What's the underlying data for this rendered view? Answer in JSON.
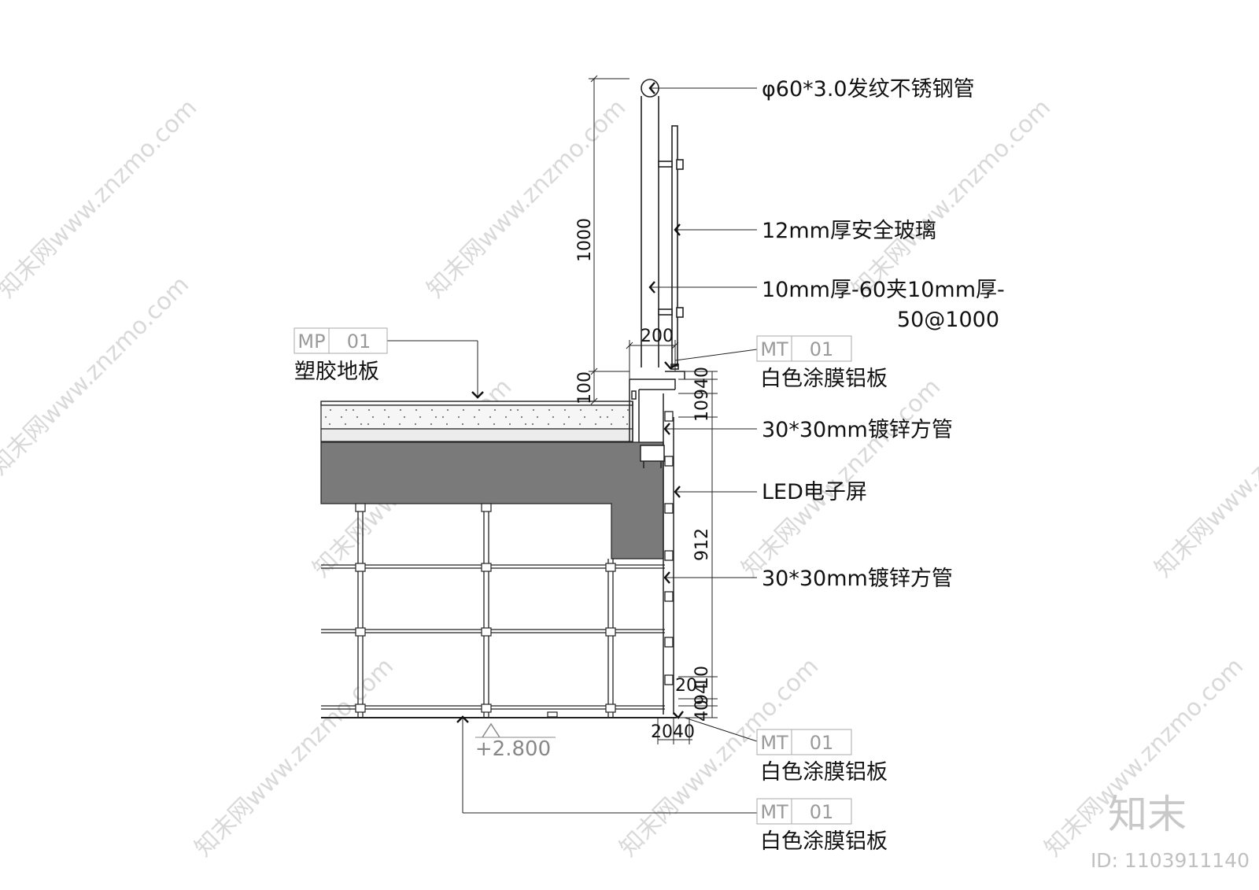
{
  "callouts": {
    "pipe": "φ60*3.0发纹不锈钢管",
    "glass": "12mm厚安全玻璃",
    "clip_line1": "10mm厚-60夹10mm厚-",
    "clip_line2": "50@1000",
    "tube_upper": "30*30mm镀锌方管",
    "led": "LED电子屏",
    "tube_lower": "30*30mm镀锌方管"
  },
  "material_tags": {
    "mp_floor": {
      "code": "MP",
      "num": "01",
      "desc": "塑胶地板"
    },
    "mt_top": {
      "code": "MT",
      "num": "01",
      "desc": "白色涂膜铝板"
    },
    "mt_bottom_1": {
      "code": "MT",
      "num": "01",
      "desc": "白色涂膜铝板"
    },
    "mt_bottom_2": {
      "code": "MT",
      "num": "01",
      "desc": "白色涂膜铝板"
    }
  },
  "dimensions": {
    "railing_height": "1000",
    "curb_height": "100",
    "top_width": "200",
    "top_stack": "10940",
    "screen_height": "912",
    "bottom_stack_a": "10",
    "bottom_stack_b": "40",
    "bottom_stack_c": "10",
    "bottom_stack_d": "94",
    "bottom_twenty": "20",
    "bottom_width": "2040"
  },
  "level": "+2.800",
  "watermark": {
    "text": "知末网www.znzmo.com",
    "brand": "知末",
    "id": "ID: 1103911140"
  }
}
